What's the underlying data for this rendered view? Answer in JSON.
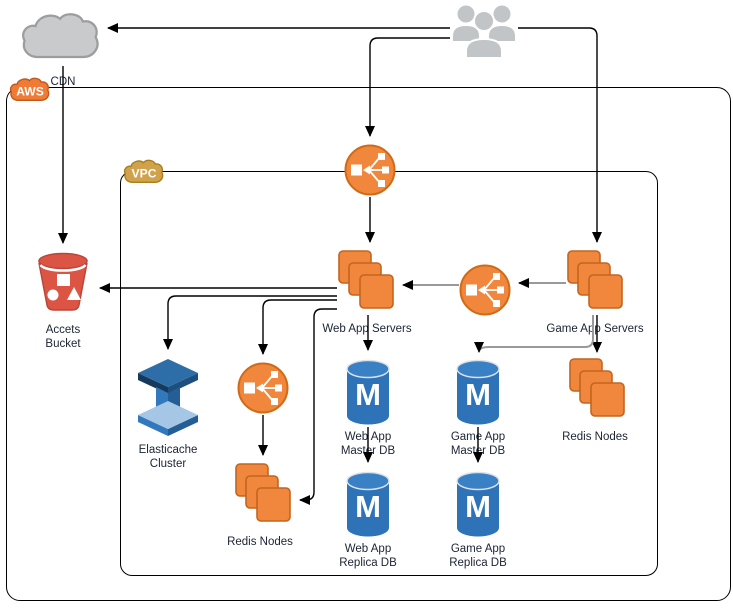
{
  "diagram": {
    "title_hint": "AWS web and game application architecture",
    "db_letter": "M",
    "external": {
      "cdn": {
        "label": "CDN",
        "icon": "cloud-icon"
      },
      "users": {
        "icon": "users-group-icon"
      }
    },
    "containers": {
      "aws": {
        "label": "AWS"
      },
      "vpc": {
        "label": "VPC"
      }
    },
    "nodes": {
      "assets_bucket": {
        "label": "Accets Bucket",
        "icon": "s3-bucket-icon"
      },
      "lb_web": {
        "label": "",
        "icon": "elastic-load-balancer-icon"
      },
      "lb_internal": {
        "label": "",
        "icon": "elastic-load-balancer-icon"
      },
      "lb_redis": {
        "label": "",
        "icon": "elastic-load-balancer-icon"
      },
      "web_app_servers": {
        "label": "Web App Servers",
        "icon": "instance-stack-icon"
      },
      "game_app_servers": {
        "label": "Game App Servers",
        "icon": "instance-stack-icon"
      },
      "elasticache": {
        "label": "Elasticache Cluster",
        "icon": "elasticache-icon"
      },
      "redis_web": {
        "label": "Redis Nodes",
        "icon": "instance-stack-icon"
      },
      "redis_game": {
        "label": "Redis Nodes",
        "icon": "instance-stack-icon"
      },
      "web_master_db": {
        "label": "Web App Master DB",
        "icon": "database-cylinder-icon"
      },
      "web_replica_db": {
        "label": "Web App Replica DB",
        "icon": "database-cylinder-icon"
      },
      "game_master_db": {
        "label": "Game App Master DB",
        "icon": "database-cylinder-icon"
      },
      "game_replica_db": {
        "label": "Game App Replica DB",
        "icon": "database-cylinder-icon"
      }
    },
    "edges": [
      {
        "from": "users",
        "to": "cdn"
      },
      {
        "from": "cdn",
        "to": "assets_bucket"
      },
      {
        "from": "users",
        "to": "lb_web"
      },
      {
        "from": "users",
        "to": "game_app_servers"
      },
      {
        "from": "lb_web",
        "to": "web_app_servers"
      },
      {
        "from": "game_app_servers",
        "to": "lb_internal",
        "style": "gray"
      },
      {
        "from": "lb_internal",
        "to": "web_app_servers",
        "style": "gray"
      },
      {
        "from": "web_app_servers",
        "to": "assets_bucket"
      },
      {
        "from": "web_app_servers",
        "to": "elasticache"
      },
      {
        "from": "web_app_servers",
        "to": "lb_redis"
      },
      {
        "from": "web_app_servers",
        "to": "redis_web"
      },
      {
        "from": "lb_redis",
        "to": "redis_web"
      },
      {
        "from": "web_app_servers",
        "to": "web_master_db"
      },
      {
        "from": "web_master_db",
        "to": "web_replica_db"
      },
      {
        "from": "game_app_servers",
        "to": "game_master_db",
        "style": "gray"
      },
      {
        "from": "game_app_servers",
        "to": "redis_game"
      },
      {
        "from": "game_master_db",
        "to": "game_replica_db"
      }
    ],
    "colors": {
      "aws_orange": "#F0873C",
      "orange_border": "#C2651F",
      "gray_line": "#999999",
      "black_line": "#000000",
      "db_blue": "#2E73B8",
      "bucket_red": "#DC5443",
      "elasticache_blue": "#3179BC",
      "cloud_gray": "#C9CACB",
      "aws_tag_orange": "#EF7B36",
      "vpc_tag_gold": "#D0A24B",
      "label_text": "#1A2433"
    }
  }
}
